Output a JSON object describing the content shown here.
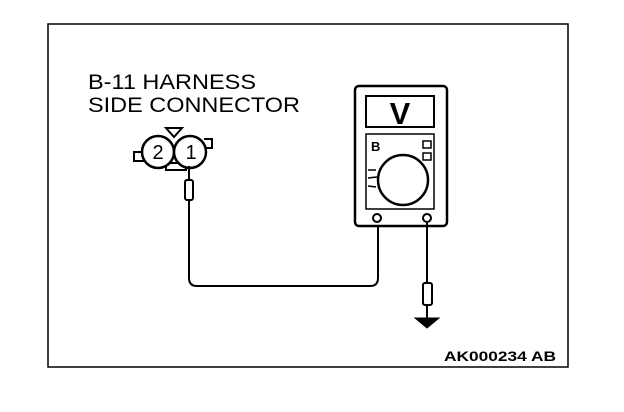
{
  "title_line1": "B-11 HARNESS",
  "title_line2": "SIDE CONNECTOR",
  "connector": {
    "pin_left": "2",
    "pin_right": "1"
  },
  "meter": {
    "display_symbol": "V",
    "range_marker": "B"
  },
  "figure_code": "AK000234 AB",
  "colors": {
    "ink": "#000000",
    "paper": "#ffffff"
  }
}
